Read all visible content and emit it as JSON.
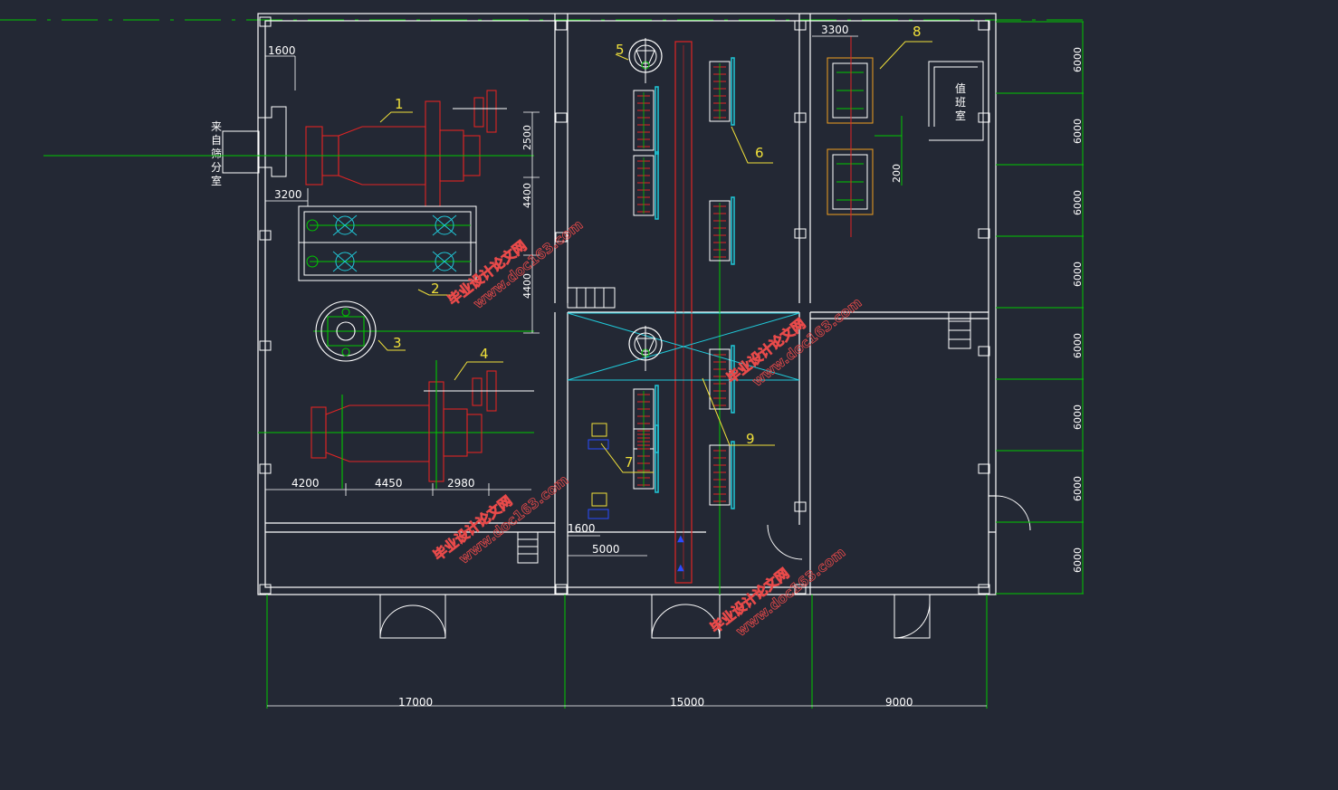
{
  "drawing": {
    "side_label_chars": [
      "来",
      "自",
      "筛",
      "分",
      "室"
    ],
    "duty_room_chars": [
      "值",
      "班",
      "室"
    ],
    "horizontal_dims": {
      "d1600_top": "1600",
      "d3200": "3200",
      "d3300": "3300",
      "d4200": "4200",
      "d4450": "4450",
      "d2980": "2980",
      "d1600_mid": "1600",
      "d5000": "5000",
      "d17000": "17000",
      "d15000": "15000",
      "d9000": "9000"
    },
    "vertical_dims": {
      "d2500": "2500",
      "d4400a": "4400",
      "d4400b": "4400",
      "d200": "200",
      "right_bays": [
        "6000",
        "6000",
        "6000",
        "6000",
        "6000",
        "6000",
        "6000",
        "6000"
      ]
    },
    "callouts": [
      "1",
      "2",
      "3",
      "4",
      "5",
      "6",
      "7",
      "8",
      "9"
    ],
    "watermarks": {
      "site": "毕业设计论文网",
      "url": "www.doc163.com"
    },
    "colors": {
      "background": "#232834",
      "wall": "#ffffff",
      "dimension": "#00c800",
      "equipment_red": "#e02424",
      "conveyor_cyan": "#20c8d8",
      "callout_yellow": "#f0e03a"
    }
  }
}
